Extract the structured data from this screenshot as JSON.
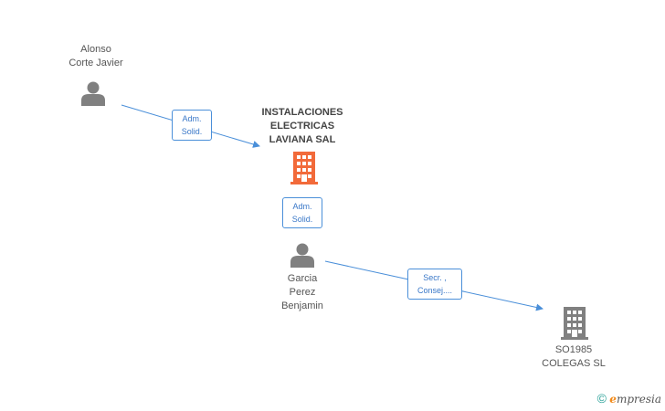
{
  "nodes": {
    "alonso": {
      "line1": "Alonso",
      "line2": "Corte Javier"
    },
    "company_main": {
      "line1": "INSTALACIONES",
      "line2": "ELECTRICAS",
      "line3": "LAVIANA SAL"
    },
    "garcia": {
      "line1": "Garcia",
      "line2": "Perez",
      "line3": "Benjamin"
    },
    "so1985": {
      "line1": "SO1985",
      "line2": "COLEGAS SL"
    }
  },
  "edges": {
    "alonso_to_main": {
      "line1": "Adm.",
      "line2": "Solid."
    },
    "garcia_to_main": {
      "line1": "Adm.",
      "line2": "Solid."
    },
    "garcia_to_so1985": {
      "line1": "Secr. ,",
      "line2": "Consej...."
    }
  },
  "footer": {
    "copyright": "©",
    "brand_e": "e",
    "brand_rest": "mpresia"
  },
  "colors": {
    "accent_company": "#f26a3a",
    "person": "#808080",
    "company_other": "#808080",
    "edge": "#4a8fd9"
  }
}
